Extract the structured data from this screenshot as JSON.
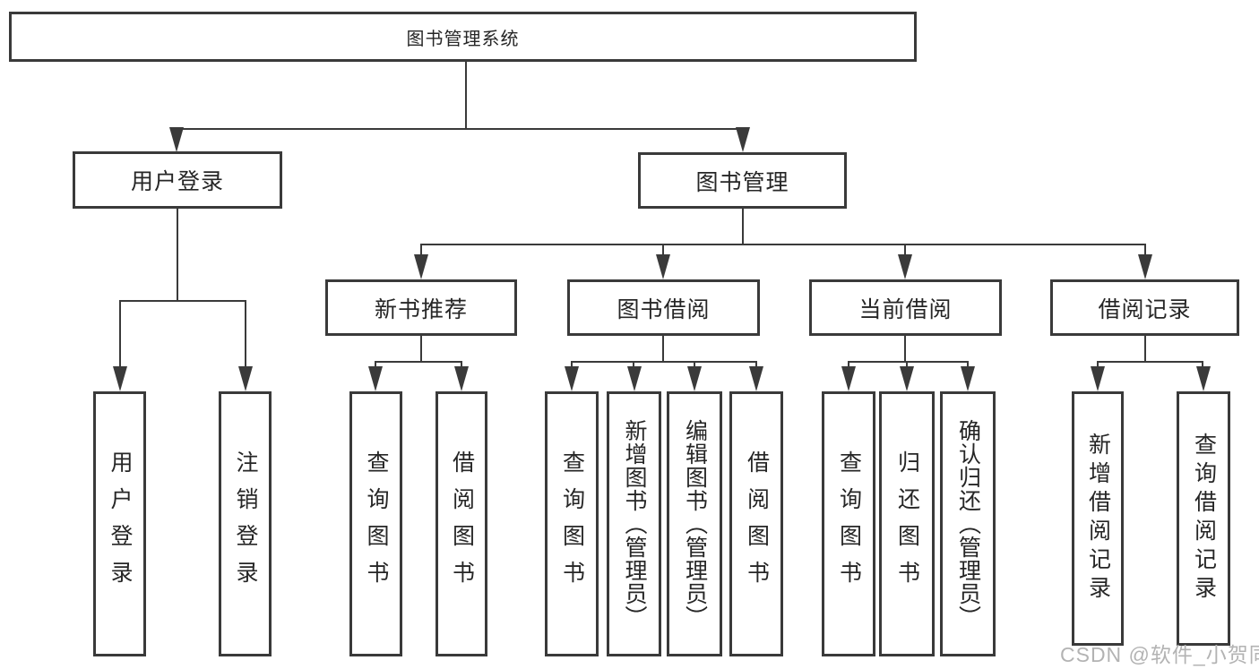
{
  "diagram": {
    "title": "图书管理系统",
    "branches": {
      "user": {
        "label": "用户登录",
        "children": [
          "用户登录",
          "注销登录"
        ]
      },
      "mgmt": {
        "label": "图书管理",
        "sections": [
          {
            "label": "新书推荐",
            "children": [
              "查询图书",
              "借阅图书"
            ]
          },
          {
            "label": "图书借阅",
            "children": [
              "查询图书",
              "新增图书（管理员）",
              "编辑图书（管理员）",
              "借阅图书"
            ]
          },
          {
            "label": "当前借阅",
            "children": [
              "查询图书",
              "归还图书",
              "确认归还（管理员）"
            ]
          },
          {
            "label": "借阅记录",
            "children": [
              "新增借阅记录",
              "查询借阅记录"
            ]
          }
        ]
      }
    }
  },
  "watermark": "CSDN @软件_小贺同学",
  "colors": {
    "line": "#3a3a3a",
    "text": "#262626",
    "watermark": "#b3b3b3",
    "background": "#ffffff"
  }
}
